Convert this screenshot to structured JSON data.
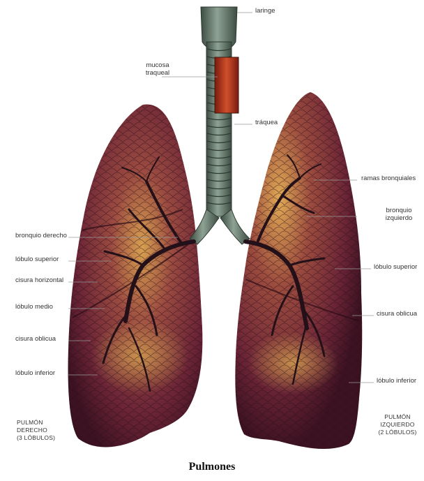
{
  "title": "Pulmones",
  "labels": {
    "laringe": "laringe",
    "mucosa": [
      "mucosa",
      "traqueal"
    ],
    "traquea": "tráquea",
    "ramas": "ramas bronquiales",
    "bronquio_izq": [
      "bronquio",
      "izquierdo"
    ],
    "lobulo_sup_izq": "lóbulo superior",
    "cisura_obl_izq": "cisura oblicua",
    "lobulo_inf_izq": "lóbulo inferior",
    "pulmon_izq": [
      "PULMÓN",
      "IZQUIERDO",
      "(2 LÓBULOS)"
    ],
    "bronquio_der": "bronquio derecho",
    "lobulo_sup_der": "lóbulo superior",
    "cisura_hor": "cisura horizontal",
    "lobulo_medio": "lóbulo medio",
    "cisura_obl_der": "cisura oblicua",
    "lobulo_inf_der": "lóbulo inferior",
    "pulmon_der": [
      "PULMÓN",
      "DERECHO",
      "(3 LÓBULOS)"
    ]
  },
  "colors": {
    "lung_dark": "#4a1a2a",
    "lung_mid": "#7a3040",
    "lung_light": "#c49050",
    "trachea": "#5a6e62",
    "trachea_light": "#8ea294",
    "bronchi": "#241018",
    "leader": "#9a9a9a"
  }
}
